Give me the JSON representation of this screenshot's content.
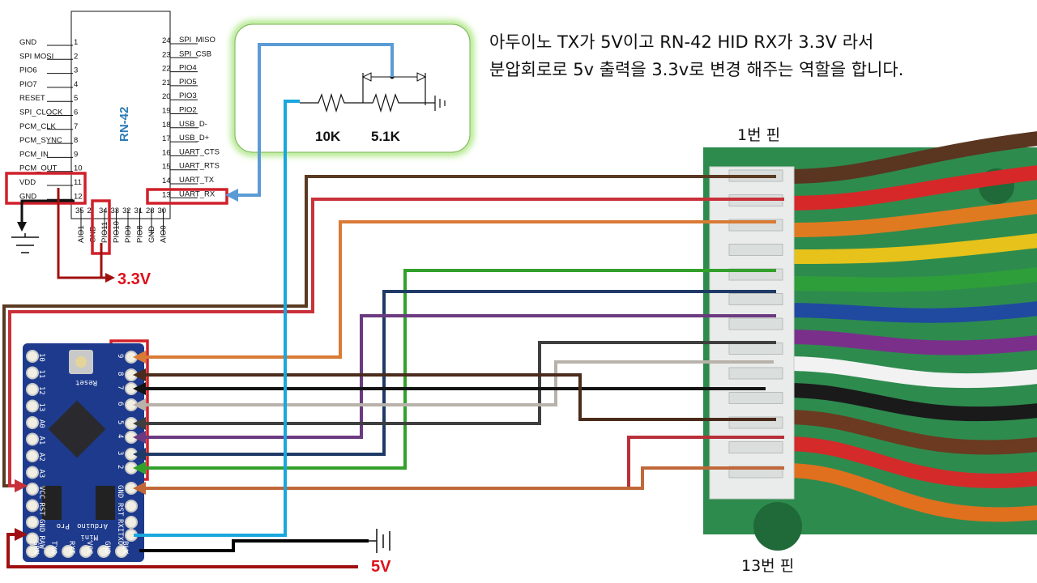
{
  "description_text": {
    "line1": "아두이노 TX가 5V이고 RN-42 HID RX가 3.3V 라서",
    "line2": "분압회로로 5v 출력을 3.3v로 변경 해주는 역할을 합니다."
  },
  "connector": {
    "pin1_label": "1번 핀",
    "pin13_label": "13번 핀"
  },
  "rn42": {
    "chip_name": "RN-42",
    "left_pins": [
      {
        "num": "1",
        "name": "GND"
      },
      {
        "num": "2",
        "name": "SPI MOSI"
      },
      {
        "num": "3",
        "name": "PIO6"
      },
      {
        "num": "4",
        "name": "PIO7"
      },
      {
        "num": "5",
        "name": "RESET"
      },
      {
        "num": "6",
        "name": "SPI_CLOCK"
      },
      {
        "num": "7",
        "name": "PCM_CLK"
      },
      {
        "num": "8",
        "name": "PCM_SYNC"
      },
      {
        "num": "9",
        "name": "PCM_IN"
      },
      {
        "num": "10",
        "name": "PCM_OUT"
      },
      {
        "num": "11",
        "name": "VDD"
      },
      {
        "num": "12",
        "name": "GND"
      }
    ],
    "right_pins": [
      {
        "num": "24",
        "name": "SPI_MISO"
      },
      {
        "num": "23",
        "name": "SPI_CSB"
      },
      {
        "num": "22",
        "name": "PIO4"
      },
      {
        "num": "21",
        "name": "PIO5"
      },
      {
        "num": "20",
        "name": "PIO3"
      },
      {
        "num": "19",
        "name": "PIO2"
      },
      {
        "num": "18",
        "name": "USB_D-"
      },
      {
        "num": "17",
        "name": "USB_D+"
      },
      {
        "num": "16",
        "name": "UART_CTS"
      },
      {
        "num": "15",
        "name": "UART_RTS"
      },
      {
        "num": "14",
        "name": "UART_TX"
      },
      {
        "num": "13",
        "name": "UART_RX"
      }
    ],
    "bottom_pins": [
      {
        "num": "35",
        "name": "AIO1"
      },
      {
        "num": "2",
        "name": "GND"
      },
      {
        "num": "34",
        "name": "PIO11"
      },
      {
        "num": "33",
        "name": "PIO10"
      },
      {
        "num": "32",
        "name": "PIO9"
      },
      {
        "num": "31",
        "name": "PIO8"
      },
      {
        "num": "28",
        "name": "GND"
      },
      {
        "num": "30",
        "name": "AIO0"
      }
    ]
  },
  "divider": {
    "r1_label": "10K",
    "r2_label": "5.1K"
  },
  "voltages": {
    "v33": "3.3V",
    "v5": "5V"
  },
  "arduino": {
    "reset_label": "Reset",
    "board_name_1": "Arduino",
    "board_name_2": "Pro",
    "board_name_3": "Mini",
    "right_pins": [
      "9",
      "8",
      "7",
      "6",
      "5",
      "4",
      "3",
      "2",
      "GND",
      "RST",
      "RXI",
      "TXO"
    ],
    "left_pins": [
      "10",
      "11",
      "12",
      "13",
      "A0",
      "A1",
      "A2",
      "A3",
      "VCC",
      "RST",
      "GND",
      "RAW"
    ],
    "bottom_pins": [
      "GRN",
      "TXO",
      "RXI",
      "VCC",
      "GND",
      "BLK"
    ]
  },
  "colors": {
    "highlight": "#d0202a",
    "voltage_text": "#e0101a",
    "divider_glow": "#9be26a",
    "rx_line": "#5b9bd5",
    "board_blue": "#1d3a8c",
    "pcb_green": "#2e8b4e"
  },
  "wires": [
    {
      "connector_pin": 1,
      "color": "#5a3a22"
    },
    {
      "connector_pin": 2,
      "color": "#c8313a"
    },
    {
      "connector_pin": 3,
      "color": "#d97a35"
    },
    {
      "connector_pin": 5,
      "color": "#33a02c"
    },
    {
      "connector_pin": 6,
      "color": "#1f3a66"
    },
    {
      "connector_pin": 7,
      "color": "#6b3a80"
    },
    {
      "connector_pin": 8,
      "color": "#3f3f3f"
    },
    {
      "connector_pin": 9,
      "color": "#b8b2aa"
    },
    {
      "connector_pin": 10,
      "color": "#141414"
    },
    {
      "connector_pin": 11,
      "color": "#4a2b1c"
    },
    {
      "connector_pin": 12,
      "color": "#b8303a"
    },
    {
      "connector_pin": 13,
      "color": "#c0683a"
    },
    {
      "connector_pin": 0,
      "color": "#1aa7dd"
    },
    {
      "connector_pin": 0,
      "color": "#000000"
    },
    {
      "connector_pin": 0,
      "color": "#a01010"
    }
  ],
  "photo_wire_colors": [
    "#5a3520",
    "#d62828",
    "#e07a20",
    "#e6c21a",
    "#2e9e3a",
    "#1f4aa0",
    "#7a2f8a",
    "#f2f2f2",
    "#1a1a1a",
    "#6b3a20",
    "#d42a2a",
    "#e0701e"
  ]
}
